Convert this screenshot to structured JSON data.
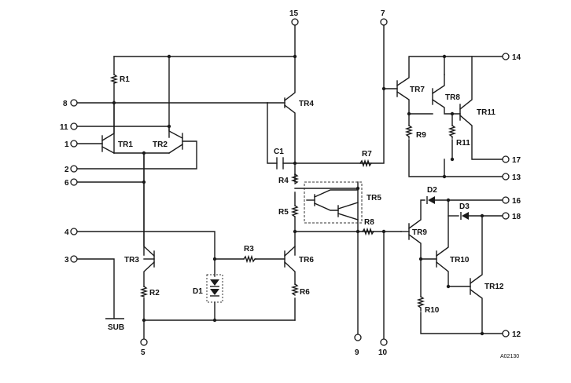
{
  "pins": {
    "p15": "15",
    "p7": "7",
    "p14": "14",
    "p8": "8",
    "p11": "11",
    "p1": "1",
    "p17": "17",
    "p2": "2",
    "p13": "13",
    "p6": "6",
    "p16": "16",
    "p18": "18",
    "p4": "4",
    "p3": "3",
    "p5": "5",
    "p9": "9",
    "p10": "10",
    "p12": "12"
  },
  "components": {
    "R1": "R1",
    "TR1": "TR1",
    "TR2": "TR2",
    "TR3": "TR3",
    "R2": "R2",
    "D1": "D1",
    "R3": "R3",
    "TR4": "TR4",
    "C1": "C1",
    "R4": "R4",
    "R5": "R5",
    "TR5a": "TR5",
    "TR6": "TR6",
    "R6": "R6",
    "R7": "R7",
    "R8": "R8",
    "TR7": "TR7",
    "TR8": "TR8",
    "R9": "R9",
    "TR11": "TR11",
    "R11": "R11",
    "D2": "D2",
    "D3": "D3",
    "TR9": "TR9",
    "TR10": "TR10",
    "R10": "R10",
    "TR12": "TR12"
  },
  "sub_label": "SUB",
  "ref_code": "A02130"
}
